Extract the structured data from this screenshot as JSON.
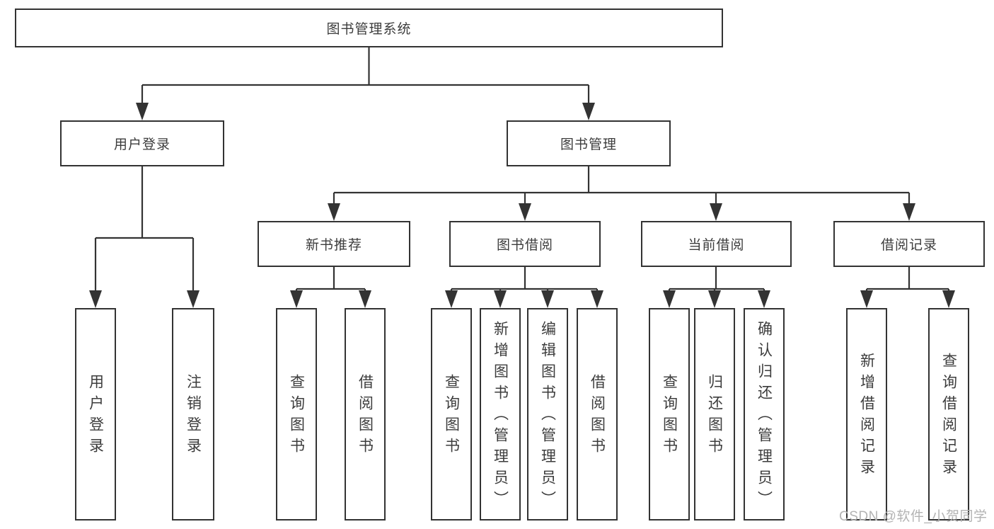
{
  "nodes": {
    "root": "图书管理系统",
    "l2": [
      "用户登录",
      "图书管理"
    ],
    "l3": [
      "新书推荐",
      "图书借阅",
      "当前借阅",
      "借阅记录"
    ],
    "leaves_login": [
      "用户登录",
      "注销登录"
    ],
    "leaves_recommend": [
      "查询图书",
      "借阅图书"
    ],
    "leaves_borrow": [
      "查询图书",
      "新增图书（管理员）",
      "编辑图书（管理员）",
      "借阅图书"
    ],
    "leaves_current": [
      "查询图书",
      "归还图书",
      "确认归还（管理员）"
    ],
    "leaves_records": [
      "新增借阅记录",
      "查询借阅记录"
    ]
  },
  "watermark": {
    "text": "CSDN @软件_小贺同学"
  },
  "colors": {
    "line": "#333333",
    "text": "#3c3c3c",
    "watermark": "#b3b3b3",
    "background": "#ffffff"
  }
}
